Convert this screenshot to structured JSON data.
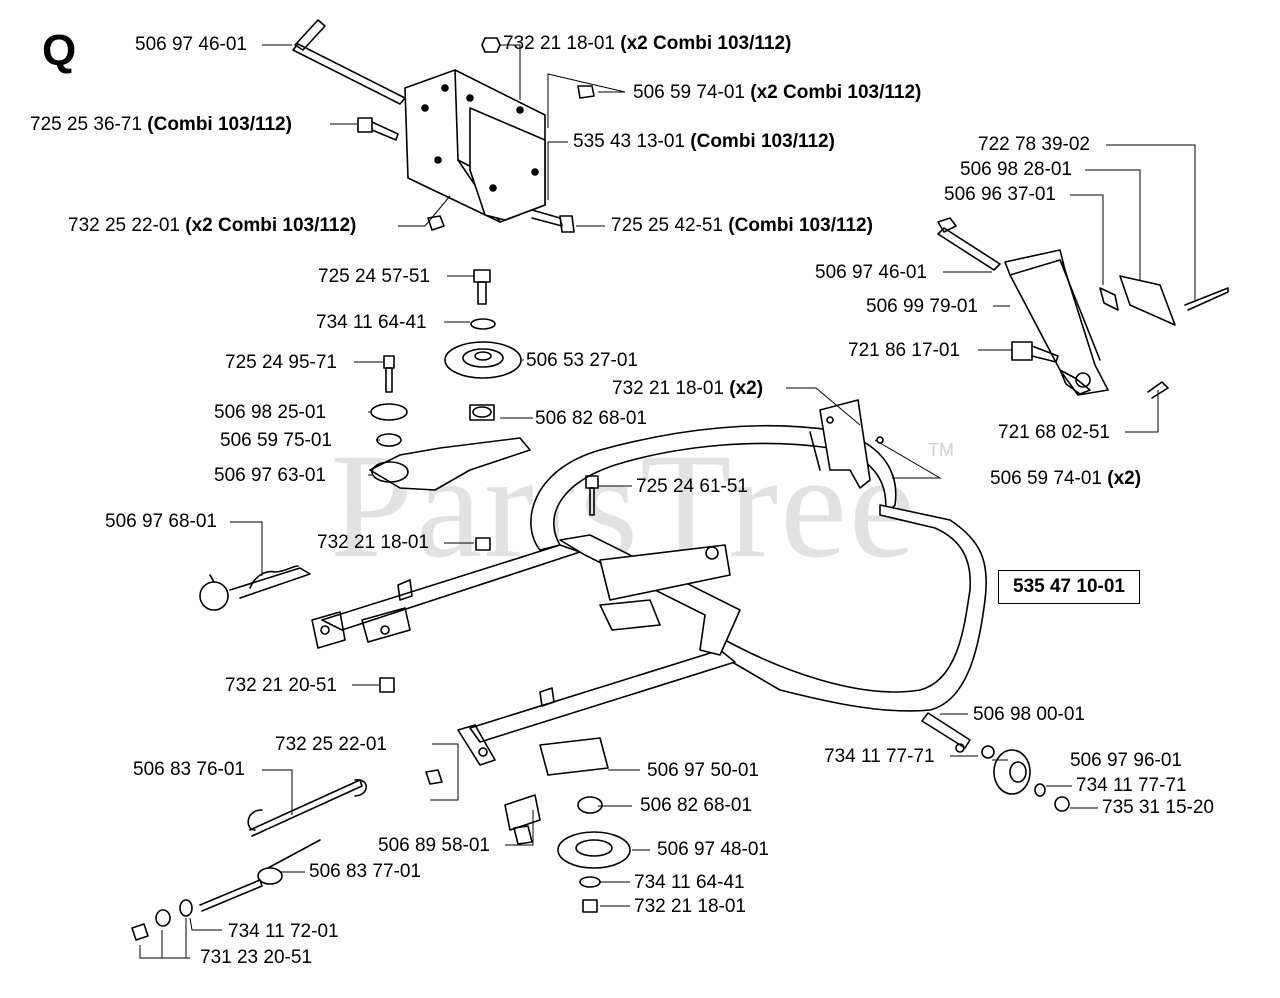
{
  "section_letter": "Q",
  "watermark": "PartsTree",
  "watermark_tm": "TM",
  "assembly_part_number": "535 47 10-01",
  "callouts": [
    {
      "id": "c1",
      "part": "506 97 46-01",
      "note": ""
    },
    {
      "id": "c2",
      "part": "732 21 18-01",
      "note": "(x2 Combi 103/112)"
    },
    {
      "id": "c3",
      "part": "506 59 74-01",
      "note": "(x2 Combi 103/112)"
    },
    {
      "id": "c4",
      "part": "725 25 36-71",
      "note": "(Combi 103/112)"
    },
    {
      "id": "c5",
      "part": "535 43 13-01",
      "note": "(Combi 103/112)"
    },
    {
      "id": "c6",
      "part": "732 25 22-01",
      "note": "(x2 Combi 103/112)"
    },
    {
      "id": "c7",
      "part": "725 25 42-51",
      "note": "(Combi 103/112)"
    },
    {
      "id": "c8",
      "part": "722 78 39-02",
      "note": ""
    },
    {
      "id": "c9",
      "part": "506 98 28-01",
      "note": ""
    },
    {
      "id": "c10",
      "part": "506 96 37-01",
      "note": ""
    },
    {
      "id": "c11",
      "part": "506 97 46-01",
      "note": ""
    },
    {
      "id": "c12",
      "part": "506 99 79-01",
      "note": ""
    },
    {
      "id": "c13",
      "part": "721 86 17-01",
      "note": ""
    },
    {
      "id": "c14",
      "part": "721 68 02-51",
      "note": ""
    },
    {
      "id": "c15",
      "part": "725 24 57-51",
      "note": ""
    },
    {
      "id": "c16",
      "part": "734 11 64-41",
      "note": ""
    },
    {
      "id": "c17",
      "part": "506 53 27-01",
      "note": ""
    },
    {
      "id": "c18",
      "part": "725 24 95-71",
      "note": ""
    },
    {
      "id": "c19",
      "part": "732 21 18-01",
      "note": "(x2)"
    },
    {
      "id": "c20",
      "part": "506 98 25-01",
      "note": ""
    },
    {
      "id": "c21",
      "part": "506 82 68-01",
      "note": ""
    },
    {
      "id": "c22",
      "part": "506 59 75-01",
      "note": ""
    },
    {
      "id": "c23",
      "part": "506 97 63-01",
      "note": ""
    },
    {
      "id": "c24",
      "part": "506 59 74-01",
      "note": "(x2)"
    },
    {
      "id": "c25",
      "part": "725 24 61-51",
      "note": ""
    },
    {
      "id": "c26",
      "part": "506 97 68-01",
      "note": ""
    },
    {
      "id": "c27",
      "part": "732 21 18-01",
      "note": ""
    },
    {
      "id": "c28",
      "part": "732 21 20-51",
      "note": ""
    },
    {
      "id": "c29",
      "part": "506 98 00-01",
      "note": ""
    },
    {
      "id": "c30",
      "part": "732 25 22-01",
      "note": ""
    },
    {
      "id": "c31",
      "part": "734 11 77-71",
      "note": ""
    },
    {
      "id": "c32",
      "part": "506 97 96-01",
      "note": ""
    },
    {
      "id": "c33",
      "part": "506 83 76-01",
      "note": ""
    },
    {
      "id": "c34",
      "part": "506 97 50-01",
      "note": ""
    },
    {
      "id": "c35",
      "part": "734 11 77-71",
      "note": ""
    },
    {
      "id": "c36",
      "part": "735 31 15-20",
      "note": ""
    },
    {
      "id": "c37",
      "part": "506 82 68-01",
      "note": ""
    },
    {
      "id": "c38",
      "part": "506 89 58-01",
      "note": ""
    },
    {
      "id": "c39",
      "part": "506 97 48-01",
      "note": ""
    },
    {
      "id": "c40",
      "part": "506 83 77-01",
      "note": ""
    },
    {
      "id": "c41",
      "part": "734 11 64-41",
      "note": ""
    },
    {
      "id": "c42",
      "part": "734 11 72-01",
      "note": ""
    },
    {
      "id": "c43",
      "part": "732 21 18-01",
      "note": ""
    },
    {
      "id": "c44",
      "part": "731 23 20-51",
      "note": ""
    }
  ]
}
